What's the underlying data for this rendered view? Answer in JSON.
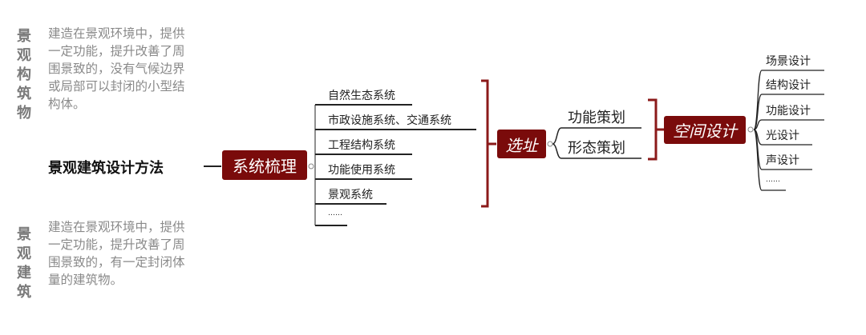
{
  "left": {
    "block1": {
      "label": "景观构筑物",
      "text": "建造在景观环境中，提供一定功能，提升改善了周围景致的，没有气候边界或局部可以封闭的小型结构体。"
    },
    "block2": {
      "label": "景观建筑",
      "text": "建造在景观环境中，提供一定功能，提升改善了周围景致的，有一定封闭体量的建筑物。"
    },
    "title": "景观建筑设计方法"
  },
  "nodes": {
    "system": "系统梳理",
    "site": "选址",
    "space": "空间设计"
  },
  "system_items": [
    "自然生态系统",
    "市政设施系统、交通系统",
    "工程结构系统",
    "功能使用系统",
    "景观系统",
    "……"
  ],
  "site_items": [
    "功能策划",
    "形态策划"
  ],
  "space_items": [
    "场景设计",
    "结构设计",
    "功能设计",
    "光设计",
    "声设计",
    "……"
  ],
  "colors": {
    "node": "#7a0b0b",
    "bracket": "#8b1a1a"
  }
}
